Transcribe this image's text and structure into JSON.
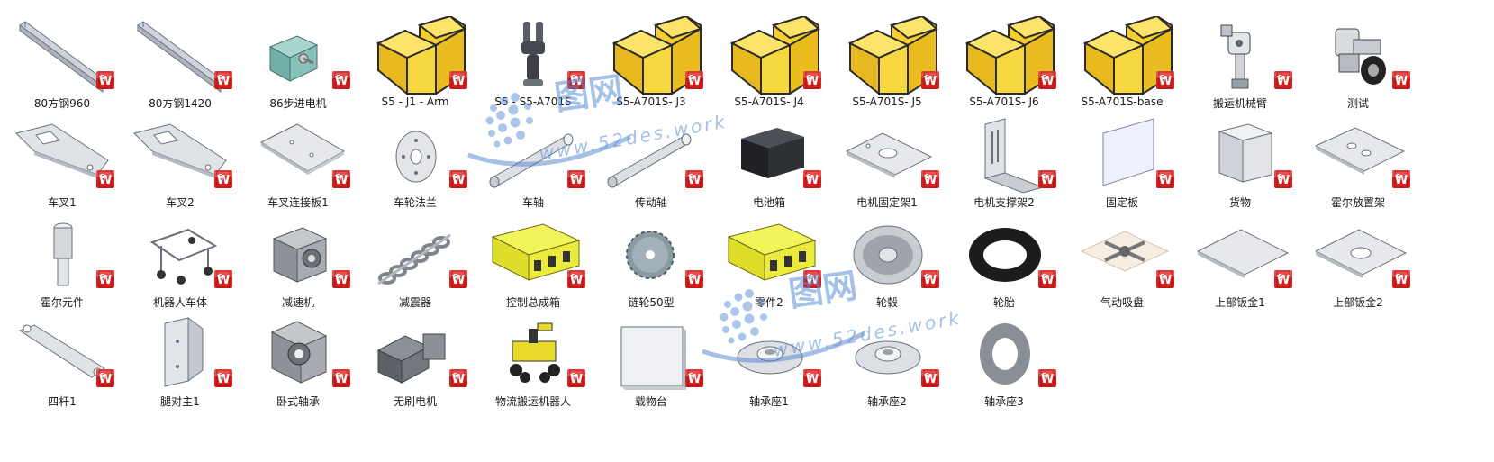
{
  "watermark": {
    "brand": "图网",
    "url": "www.52des.work"
  },
  "files": [
    {
      "name": "80方钢960",
      "icon": "square-steel-bar-icon"
    },
    {
      "name": "80方钢1420",
      "icon": "square-steel-bar-icon"
    },
    {
      "name": "86步进电机",
      "icon": "stepper-motor-icon"
    },
    {
      "name": "S5 - J1 - Arm",
      "icon": "assembly-placeholder-icon"
    },
    {
      "name": "S5 - S5-A701S",
      "icon": "gripper-icon"
    },
    {
      "name": "S5-A701S- J3",
      "icon": "assembly-placeholder-icon"
    },
    {
      "name": "S5-A701S- J4",
      "icon": "assembly-placeholder-icon"
    },
    {
      "name": "S5-A701S- J5",
      "icon": "assembly-placeholder-icon"
    },
    {
      "name": "S5-A701S- J6",
      "icon": "assembly-placeholder-icon"
    },
    {
      "name": "S5-A701S-base",
      "icon": "assembly-placeholder-icon"
    },
    {
      "name": "搬运机械臂",
      "icon": "robot-arm-icon"
    },
    {
      "name": "测试",
      "icon": "robot-arm-test-icon"
    },
    {
      "name": "车叉1",
      "icon": "fork-plate-icon"
    },
    {
      "name": "车叉2",
      "icon": "fork-plate-icon"
    },
    {
      "name": "车叉连接板1",
      "icon": "flat-plate-icon"
    },
    {
      "name": "车轮法兰",
      "icon": "flange-disk-icon"
    },
    {
      "name": "车轴",
      "icon": "axle-icon"
    },
    {
      "name": "传动轴",
      "icon": "axle-icon"
    },
    {
      "name": "电池箱",
      "icon": "battery-box-icon"
    },
    {
      "name": "电机固定架1",
      "icon": "motor-mount-plate-icon"
    },
    {
      "name": "电机支撑架2",
      "icon": "angle-bracket-icon"
    },
    {
      "name": "固定板",
      "icon": "thin-panel-icon"
    },
    {
      "name": "货物",
      "icon": "cargo-box-icon"
    },
    {
      "name": "霍尔放置架",
      "icon": "hole-plate-icon"
    },
    {
      "name": "霍尔元件",
      "icon": "cylinder-sensor-icon"
    },
    {
      "name": "机器人车体",
      "icon": "robot-chassis-icon"
    },
    {
      "name": "减速机",
      "icon": "gear-reducer-icon"
    },
    {
      "name": "减震器",
      "icon": "spring-damper-icon"
    },
    {
      "name": "控制总成箱",
      "icon": "control-box-icon"
    },
    {
      "name": "链轮50型",
      "icon": "sprocket-icon"
    },
    {
      "name": "零件2",
      "icon": "control-box-icon"
    },
    {
      "name": "轮毂",
      "icon": "wheel-hub-icon"
    },
    {
      "name": "轮胎",
      "icon": "tire-icon"
    },
    {
      "name": "气动吸盘",
      "icon": "suction-cup-icon"
    },
    {
      "name": "上部钣金1",
      "icon": "sheet-metal-icon"
    },
    {
      "name": "上部钣金2",
      "icon": "sheet-metal-hole-icon"
    },
    {
      "name": "四杆1",
      "icon": "link-bar-icon"
    },
    {
      "name": "腿对主1",
      "icon": "leg-bracket-icon"
    },
    {
      "name": "卧式轴承",
      "icon": "pillow-block-bearing-icon"
    },
    {
      "name": "无刷电机",
      "icon": "brushless-motor-icon"
    },
    {
      "name": "物流搬运机器人",
      "icon": "logistics-robot-icon"
    },
    {
      "name": "载物台",
      "icon": "stage-panel-icon"
    },
    {
      "name": "轴承座1",
      "icon": "bearing-seat-icon"
    },
    {
      "name": "轴承座2",
      "icon": "bearing-seat-icon"
    },
    {
      "name": "轴承座3",
      "icon": "washer-ring-icon"
    }
  ]
}
